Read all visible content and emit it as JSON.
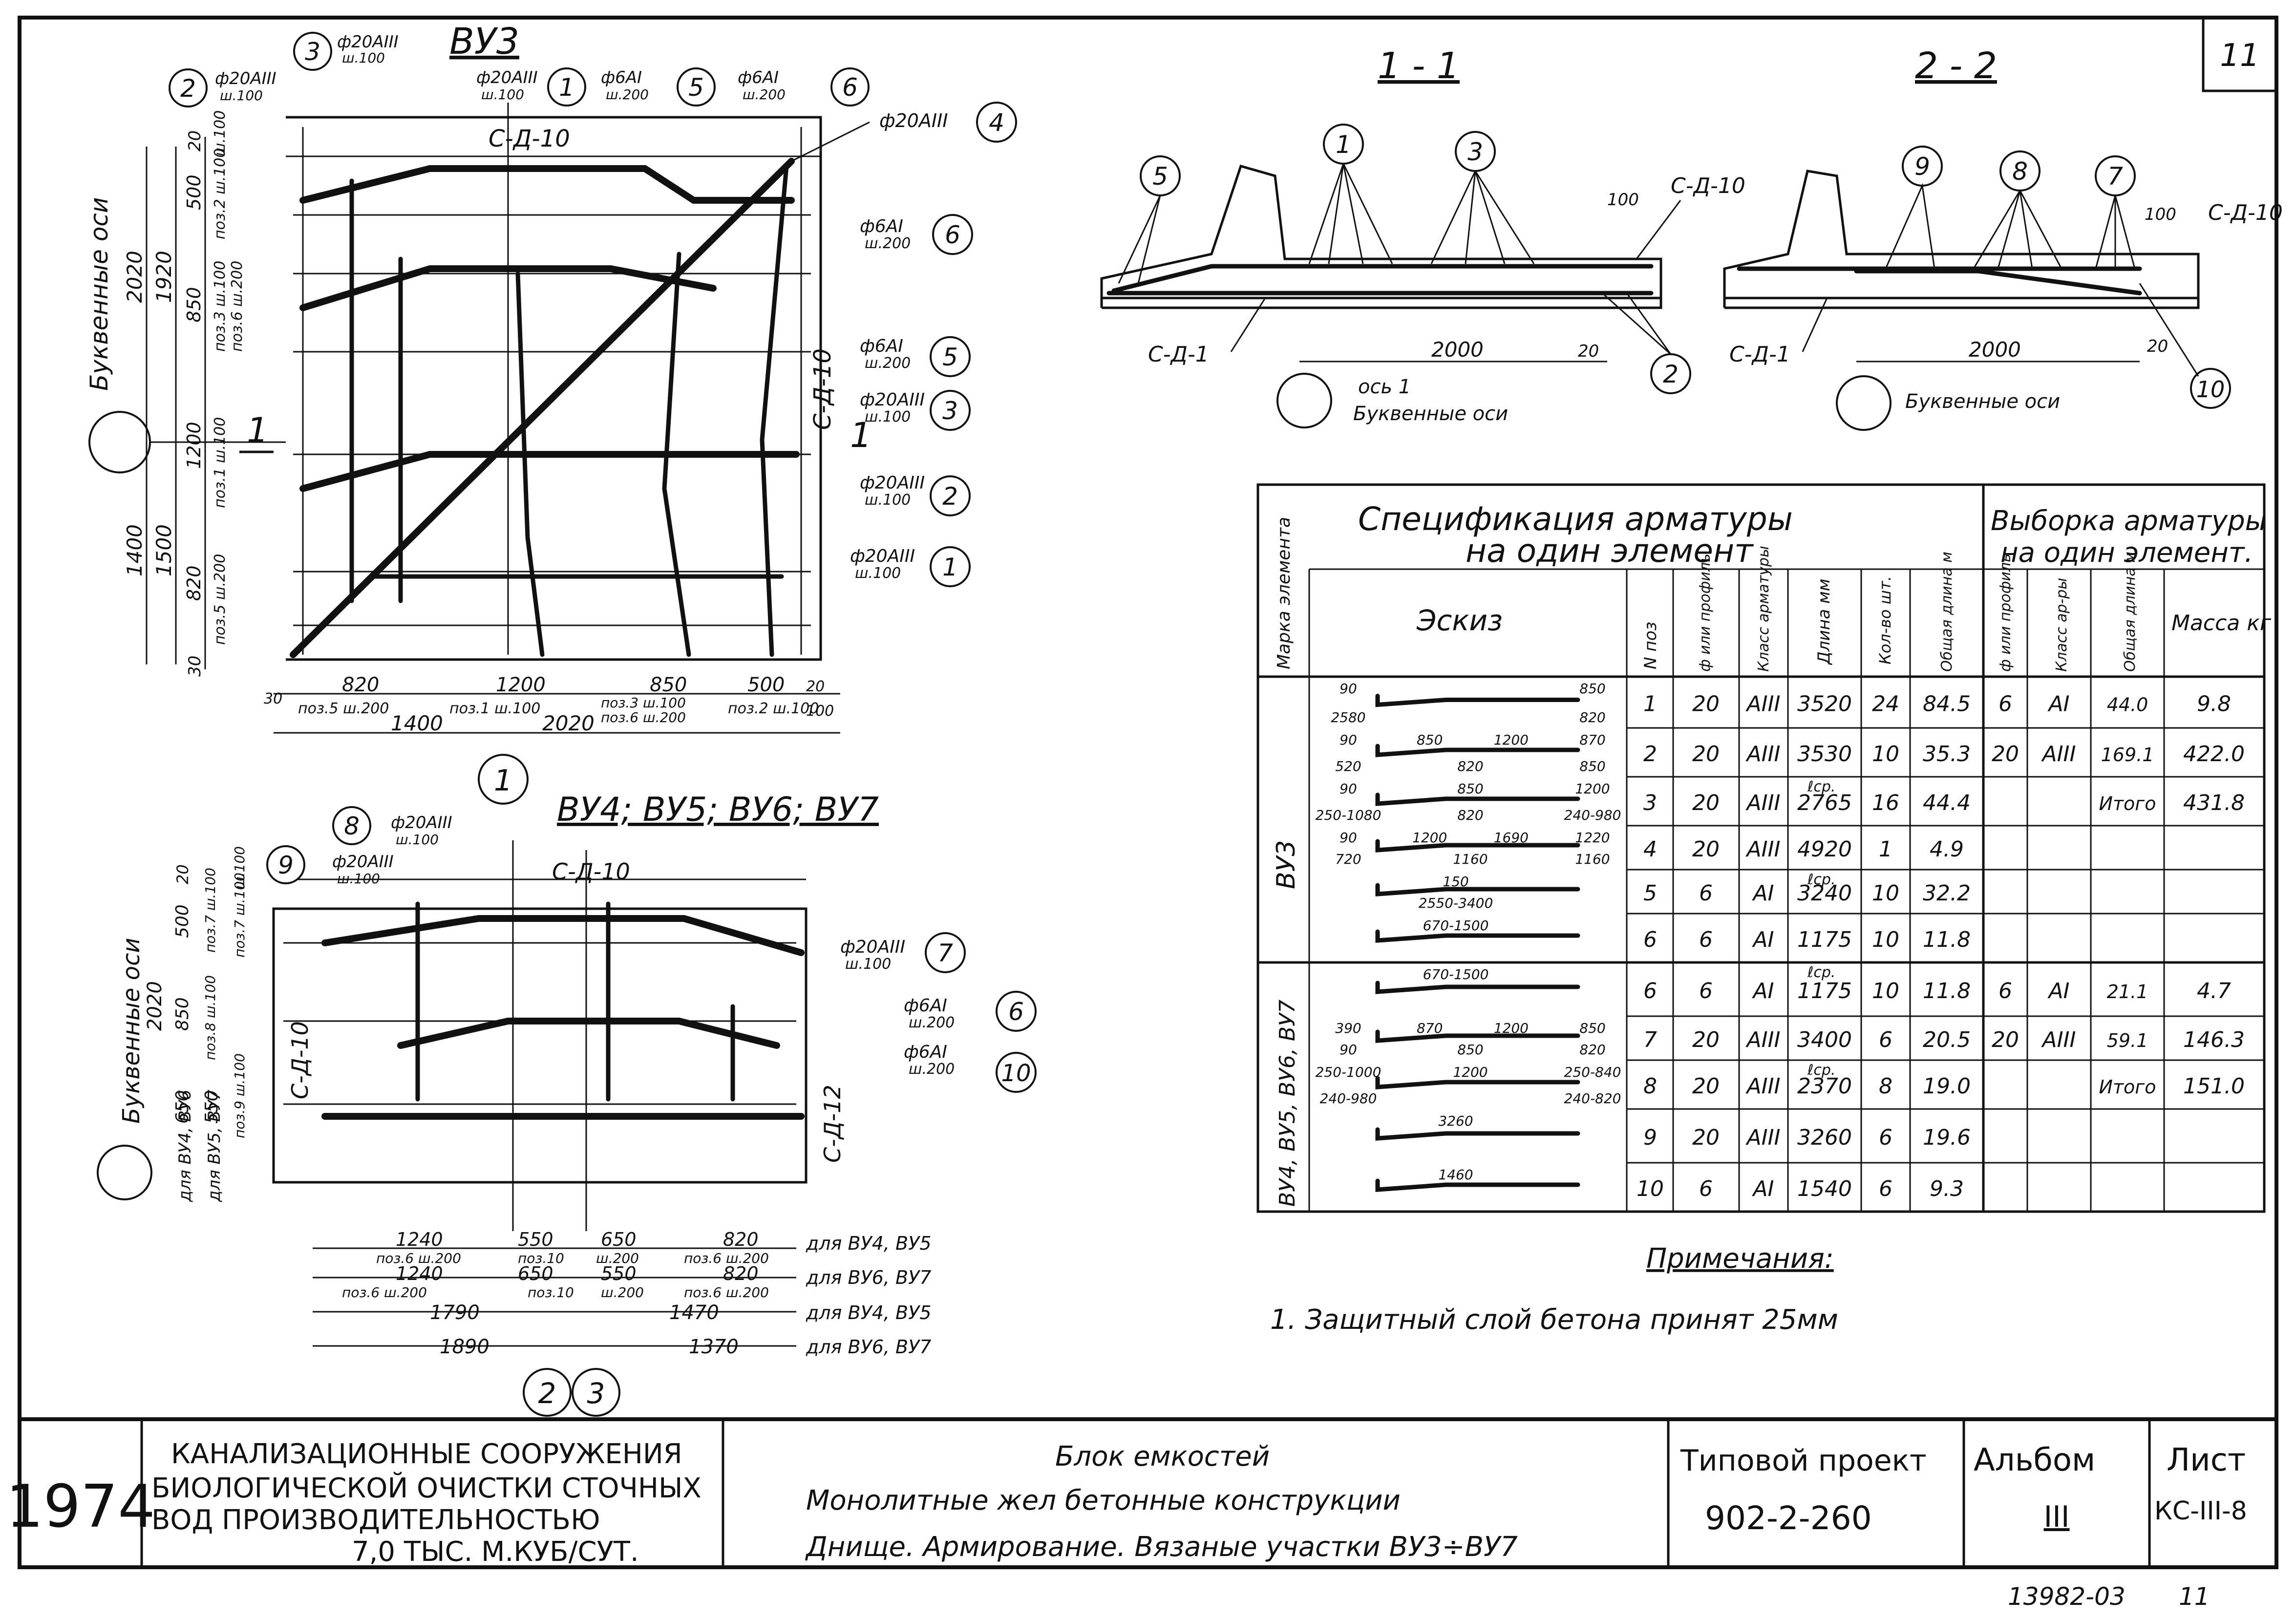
{
  "sheet_number": "11",
  "year": "1974",
  "footer_code": "13982-03",
  "footer_sheet": "11",
  "title_block": {
    "org_lines": [
      "КАНАЛИЗАЦИОННЫЕ СООРУЖЕНИЯ",
      "БИОЛОГИЧЕСКОЙ ОЧИСТКИ СТОЧНЫХ",
      "ВОД ПРОИЗВОДИТЕЛЬНОСТЬЮ",
      "7,0 ТЫС. М.КУБ/СУТ."
    ],
    "desc_lines": [
      "Блок емкостей",
      "Монолитные жел бетонные конструкции",
      "Днище. Армирование. Вязаные участки ВУ3÷ВУ7"
    ],
    "project_label": "Типовой проект",
    "project_number": "902-2-260",
    "album_label": "Альбом",
    "album_value": "III",
    "sheet_label": "Лист",
    "sheet_value": "КС-III-8"
  },
  "plan_vu3": {
    "title": "ВУ3",
    "axis_label": "Буквенные оси",
    "left_dims": [
      "2020",
      "1920",
      "1400",
      "1500",
      "20",
      "500",
      "850",
      "1200",
      "820",
      "30"
    ],
    "side_notes": [
      "ш.100",
      "поз.2 ш.100",
      "поз.3 ш.100",
      "поз.6 ш.200",
      "поз.1 ш.100",
      "поз.5 ш.200"
    ],
    "top_callouts": [
      {
        "num": "2",
        "dia": "ф20АIII",
        "step": "ш.100"
      },
      {
        "num": "3",
        "dia": "ф20АIII",
        "step": "ш.100"
      },
      {
        "num": "1",
        "dia": "ф20АIII",
        "step": "ш.100"
      },
      {
        "num": "5",
        "dia": "ф6АI",
        "step": "ш.200"
      },
      {
        "num": "6",
        "dia": "ф6АI",
        "step": "ш.200"
      }
    ],
    "right_callouts": [
      {
        "num": "4",
        "dia": "ф20АIII",
        "step": ""
      },
      {
        "num": "6",
        "dia": "ф6АI",
        "step": "ш.200"
      },
      {
        "num": "5",
        "dia": "ф6АI",
        "step": "ш.200"
      },
      {
        "num": "3",
        "dia": "ф20АIII",
        "step": "ш.100"
      },
      {
        "num": "2",
        "dia": "ф20АIII",
        "step": "ш.100"
      },
      {
        "num": "1",
        "dia": "ф20АIII",
        "step": "ш.100"
      }
    ],
    "mesh_top": "С-Д-10",
    "mesh_right": "С-Д-10",
    "section_mark": "1",
    "bottom_dims": [
      "30",
      "820",
      "1200",
      "850",
      "500",
      "20"
    ],
    "bottom_notes": [
      "поз.5 ш.200",
      "поз.1 ш.100",
      "поз.3 ш.100",
      "поз.6 ш.200",
      "поз.2 ш.100",
      "100"
    ],
    "bottom_totals": [
      "1400",
      "2020"
    ],
    "axis_circle": "1"
  },
  "plan_vu47": {
    "title": "ВУ4; ВУ5; ВУ6; ВУ7",
    "axis_label": "Буквенные оси",
    "left_dims": [
      "2020",
      "20",
      "500",
      "850",
      "650",
      "550"
    ],
    "left_notes": [
      "для ВУ4, ВУ6",
      "для ВУ5, ВУ7"
    ],
    "side_notes": [
      "ш.100",
      "поз.7 ш.100",
      "поз.8 ш.100",
      "поз.9 ш.100",
      "поз.7 ш.100"
    ],
    "top_callouts": [
      {
        "num": "8",
        "dia": "ф20АIII",
        "step": "ш.100"
      },
      {
        "num": "9",
        "dia": "ф20АIII",
        "step": "ш.100"
      }
    ],
    "right_callouts": [
      {
        "num": "7",
        "dia": "ф20АIII",
        "step": "ш.100"
      },
      {
        "num": "6",
        "dia": "ф6АI",
        "step": "ш.200"
      },
      {
        "num": "10",
        "dia": "ф6АI",
        "step": "ш.200"
      }
    ],
    "mesh_top": "С-Д-10",
    "mesh_left": "С-Д-10",
    "mesh_right": "С-Д-12",
    "bottom_rows": [
      {
        "dims": [
          "1240",
          "550",
          "650",
          "820"
        ],
        "notes": [
          "поз.6 ш.200",
          "поз.10",
          "ш.200",
          "поз.6 ш.200"
        ],
        "for": "для ВУ4, ВУ5"
      },
      {
        "dims": [
          "1240",
          "650",
          "550",
          "820"
        ],
        "notes": [
          "поз.6 ш.200",
          "поз.10",
          "ш.200",
          "поз.6 ш.200"
        ],
        "for": "для ВУ6, ВУ7"
      },
      {
        "dims": [
          "1790",
          "1470"
        ],
        "notes": [],
        "for": "для ВУ4, ВУ5"
      },
      {
        "dims": [
          "1890",
          "1370"
        ],
        "notes": [],
        "for": "для ВУ6, ВУ7"
      }
    ],
    "axis_circles": [
      "2",
      "3"
    ]
  },
  "section_1": {
    "title": "1 - 1",
    "callouts": [
      "5",
      "1",
      "3",
      "2"
    ],
    "mesh_top": "С-Д-10",
    "mesh_bottom": "С-Д-1",
    "dims": [
      "100",
      "2000",
      "20"
    ],
    "axis_lines": [
      "ось 1",
      "Буквенные оси"
    ]
  },
  "section_2": {
    "title": "2 - 2",
    "callouts": [
      "9",
      "8",
      "7",
      "10"
    ],
    "mesh_top": "С-Д-10",
    "mesh_bottom": "С-Д-1",
    "dims": [
      "100",
      "2000",
      "20"
    ],
    "axis_lines": [
      "Буквенные оси"
    ]
  },
  "spec_table": {
    "title_line1": "Спецификация арматуры",
    "title_line2": "на один элемент",
    "vyb_title_line1": "Выборка арматуры",
    "vyb_title_line2": "на один элемент.",
    "headers": [
      "Марка элемента",
      "Эскиз",
      "N поз",
      "ф или профиль",
      "Класс арматуры",
      "Длина мм",
      "Кол-во шт.",
      "Общая длина м",
      "ф или профиль",
      "Класс ар-ры",
      "Общая длина м",
      "Масса кг"
    ],
    "group1_mark": "ВУ3",
    "group2_mark": "ВУ4, ВУ5, ВУ6, ВУ7",
    "rows": [
      {
        "sketch": [
          "90",
          "850",
          "2580",
          "820"
        ],
        "pos": "1",
        "d": "20",
        "cls": "АIII",
        "len": "3520",
        "qty": "24",
        "tot": "84.5",
        "vd": "6",
        "vcls": "АI",
        "vlen": "44.0",
        "vmass": "9.8"
      },
      {
        "sketch": [
          "90",
          "850",
          "1200",
          "870",
          "520",
          "820",
          "850"
        ],
        "pos": "2",
        "d": "20",
        "cls": "АIII",
        "len": "3530",
        "qty": "10",
        "tot": "35.3",
        "vd": "20",
        "vcls": "АIII",
        "vlen": "169.1",
        "vmass": "422.0"
      },
      {
        "sketch": [
          "90",
          "850",
          "1200",
          "250-1080",
          "820",
          "240-980"
        ],
        "pos": "3",
        "d": "20",
        "cls": "АIII",
        "len": "2765",
        "len_note": "ℓср.",
        "qty": "16",
        "tot": "44.4",
        "vd": "",
        "vcls": "",
        "vlen": "Итого",
        "vmass": "431.8"
      },
      {
        "sketch": [
          "90",
          "1200",
          "1690",
          "1220",
          "720",
          "1160",
          "1160"
        ],
        "pos": "4",
        "d": "20",
        "cls": "АIII",
        "len": "4920",
        "qty": "1",
        "tot": "4.9",
        "vd": "",
        "vcls": "",
        "vlen": "",
        "vmass": ""
      },
      {
        "sketch": [
          "150",
          "2550-3400"
        ],
        "pos": "5",
        "d": "6",
        "cls": "АI",
        "len": "3240",
        "len_note": "ℓср.",
        "qty": "10",
        "tot": "32.2",
        "vd": "",
        "vcls": "",
        "vlen": "",
        "vmass": ""
      },
      {
        "sketch": [
          "670-1500"
        ],
        "pos": "6",
        "d": "6",
        "cls": "АI",
        "len": "1175",
        "qty": "10",
        "tot": "11.8",
        "vd": "",
        "vcls": "",
        "vlen": "",
        "vmass": ""
      },
      {
        "sketch": [
          "670-1500"
        ],
        "pos": "6",
        "d": "6",
        "cls": "АI",
        "len": "1175",
        "len_note": "ℓср.",
        "qty": "10",
        "tot": "11.8",
        "vd": "6",
        "vcls": "АI",
        "vlen": "21.1",
        "vmass": "4.7"
      },
      {
        "sketch": [
          "390",
          "870",
          "1200",
          "850",
          "90",
          "850",
          "820"
        ],
        "pos": "7",
        "d": "20",
        "cls": "АIII",
        "len": "3400",
        "qty": "6",
        "tot": "20.5",
        "vd": "20",
        "vcls": "АIII",
        "vlen": "59.1",
        "vmass": "146.3"
      },
      {
        "sketch": [
          "250-1000",
          "1200",
          "250-840",
          "240-980",
          "240-820"
        ],
        "pos": "8",
        "d": "20",
        "cls": "АIII",
        "len": "2370",
        "len_note": "ℓср.",
        "qty": "8",
        "tot": "19.0",
        "vd": "",
        "vcls": "",
        "vlen": "Итого",
        "vmass": "151.0"
      },
      {
        "sketch": [
          "3260"
        ],
        "pos": "9",
        "d": "20",
        "cls": "АIII",
        "len": "3260",
        "qty": "6",
        "tot": "19.6",
        "vd": "",
        "vcls": "",
        "vlen": "",
        "vmass": ""
      },
      {
        "sketch": [
          "1460"
        ],
        "pos": "10",
        "d": "6",
        "cls": "АI",
        "len": "1540",
        "qty": "6",
        "tot": "9.3",
        "vd": "",
        "vcls": "",
        "vlen": "",
        "vmass": ""
      }
    ]
  },
  "notes": {
    "heading": "Примечания:",
    "items": [
      "1. Защитный слой бетона принят 25мм"
    ]
  }
}
